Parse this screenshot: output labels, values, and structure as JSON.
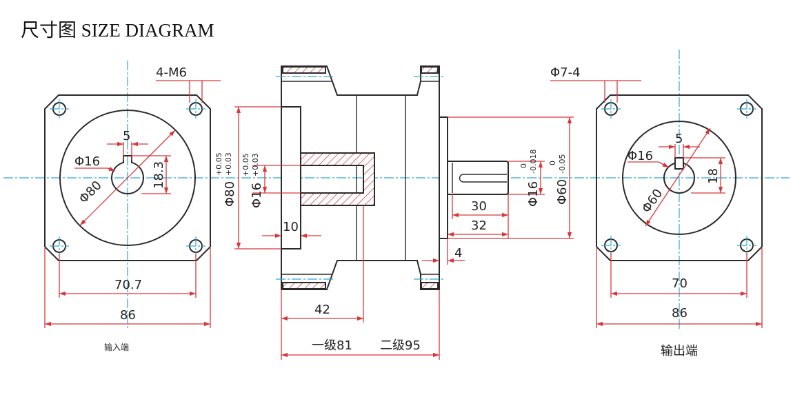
{
  "title": "尺寸图 SIZE DIAGRAM",
  "left_view": {
    "caption": "输入端",
    "labels": {
      "holes": "4-M6",
      "key_width": "5",
      "bore": "Φ16",
      "key_height": "18.3",
      "circle": "Φ80",
      "hole_spacing": "70.7",
      "flange_width": "86"
    }
  },
  "side_view": {
    "labels": {
      "pilot": "Φ80",
      "pilot_tol_upper": "+0.05",
      "pilot_tol_lower": "+0.03",
      "input_bore": "Φ16",
      "input_bore_tol_upper": "+0.05",
      "input_bore_tol_lower": "+0.03",
      "pilot_depth": "10",
      "input_depth": "42",
      "length_stage1": "一级81",
      "length_stage2": "二级95",
      "shaft_key_length": "30",
      "shaft_length": "32",
      "shoulder": "4",
      "shaft_dia": "Φ16",
      "shaft_dia_tol_upper": "0",
      "shaft_dia_tol_lower": "-0.018",
      "output_pilot": "Φ60",
      "output_pilot_tol_upper": "0",
      "output_pilot_tol_lower": "-0.05"
    }
  },
  "right_view": {
    "caption": "输出端",
    "labels": {
      "holes": "Φ7-4",
      "key_width": "5",
      "shaft": "Φ16",
      "key_height": "18",
      "circle": "Φ60",
      "hole_spacing": "70",
      "flange_width": "86"
    }
  },
  "colors": {
    "outline": "#2a2a2a",
    "dimension": "#d8373a",
    "centerline": "#2fa8d8"
  }
}
